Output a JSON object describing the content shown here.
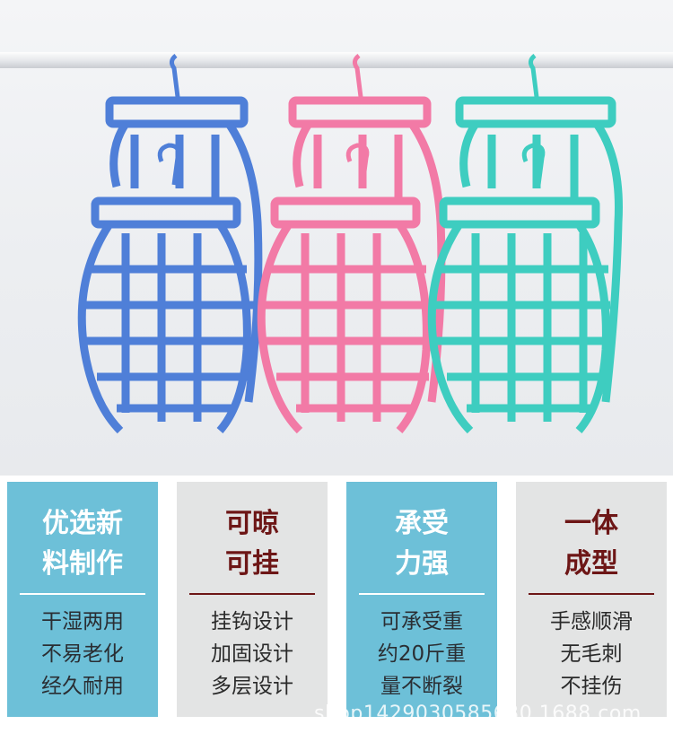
{
  "product_photo": {
    "description_icon": "photo-of-three-spiral-hangers",
    "hanger_colors": [
      "#4f7fd8",
      "#f27aa6",
      "#3ecdc0"
    ],
    "rail_color": "#e9ebee"
  },
  "features": [
    {
      "title": "优选新\n料制作",
      "style": "blue",
      "lines": [
        "干湿两用",
        "不易老化",
        "经久耐用"
      ]
    },
    {
      "title": "可晾\n可挂",
      "style": "gray",
      "lines": [
        "挂钩设计",
        "加固设计",
        "多层设计"
      ]
    },
    {
      "title": "承受\n力强",
      "style": "blue",
      "lines": [
        "可承受重",
        "约20斤重",
        "量不断裂"
      ]
    },
    {
      "title": "一体\n成型",
      "style": "gray",
      "lines": [
        "手感顺滑",
        "无毛刺",
        "不挂伤"
      ]
    }
  ],
  "watermark": "shop1429030585630.1688.com",
  "colors": {
    "blue_card": "#6dc0d8",
    "gray_card": "#e3e4e4",
    "dark_red_text": "#6d1616"
  }
}
